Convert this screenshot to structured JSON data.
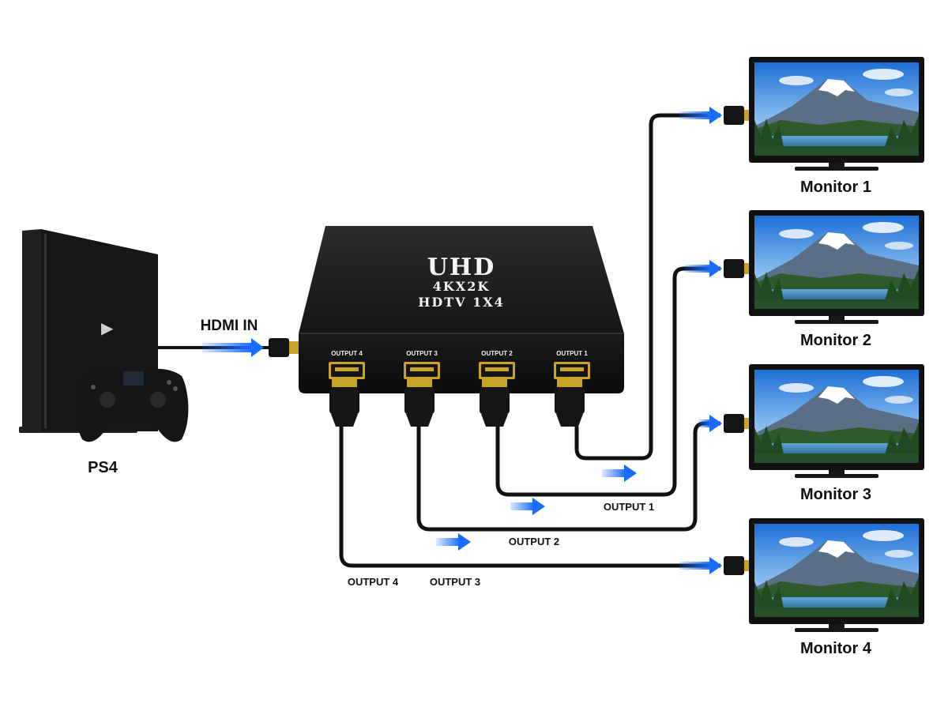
{
  "source": {
    "label": "PS4"
  },
  "input_label": "HDMI IN",
  "splitter": {
    "line1": "UHD",
    "line2": "4KX2K",
    "line3": "HDTV 1X4",
    "ports": [
      "OUTPUT 4",
      "OUTPUT 3",
      "OUTPUT 2",
      "OUTPUT 1"
    ]
  },
  "cable_labels": {
    "output1": "OUTPUT 1",
    "output2": "OUTPUT 2",
    "output3": "OUTPUT 3",
    "output4": "OUTPUT 4"
  },
  "monitors": [
    {
      "label": "Monitor 1"
    },
    {
      "label": "Monitor 2"
    },
    {
      "label": "Monitor 3"
    },
    {
      "label": "Monitor 4"
    }
  ],
  "colors": {
    "arrow": "#1a6cff",
    "device": "#1b1b1b",
    "cable": "#111111",
    "gold": "#c9a227"
  }
}
